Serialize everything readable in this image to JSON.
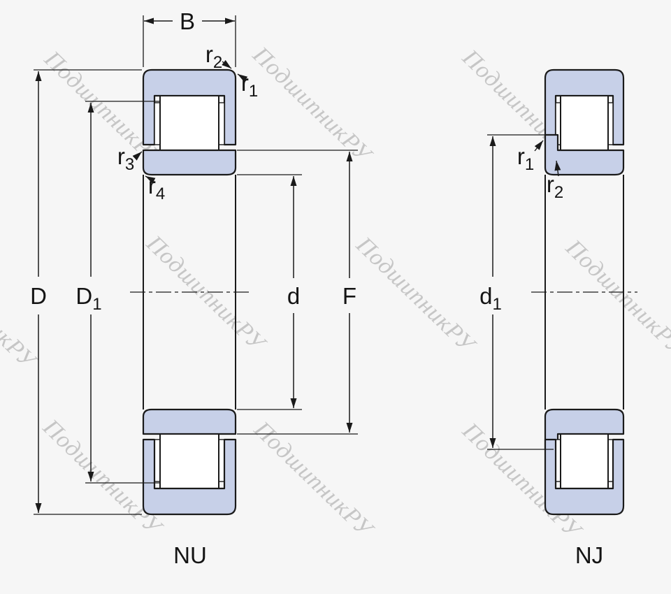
{
  "watermark": {
    "text": "ПодшипникРУ"
  },
  "colors": {
    "background": "#f6f6f6",
    "bearing_fill": "#c7d0e8",
    "line": "#1a1a1a"
  },
  "views": {
    "left": {
      "caption": "NU"
    },
    "right": {
      "caption": "NJ"
    }
  },
  "labels": {
    "B": {
      "main": "B",
      "sub": ""
    },
    "D": {
      "main": "D",
      "sub": ""
    },
    "D1": {
      "main": "D",
      "sub": "1"
    },
    "d": {
      "main": "d",
      "sub": ""
    },
    "F": {
      "main": "F",
      "sub": ""
    },
    "d1": {
      "main": "d",
      "sub": "1"
    },
    "r1": {
      "main": "r",
      "sub": "1"
    },
    "r2": {
      "main": "r",
      "sub": "2"
    },
    "r3": {
      "main": "r",
      "sub": "3"
    },
    "r4": {
      "main": "r",
      "sub": "4"
    }
  }
}
